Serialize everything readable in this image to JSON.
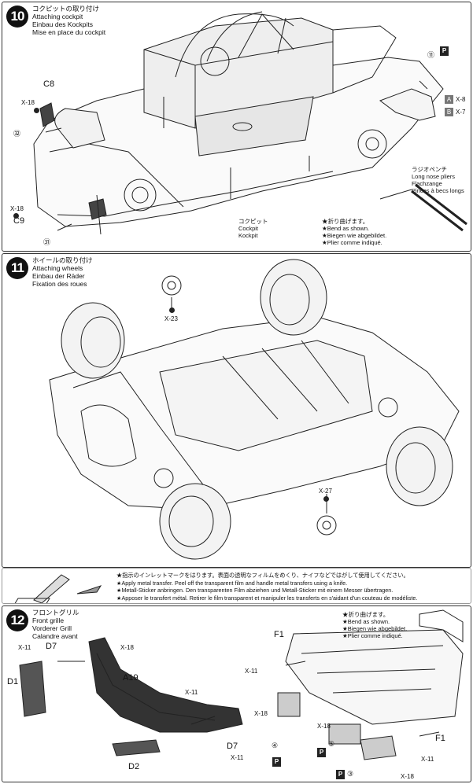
{
  "step10": {
    "number": "10",
    "titles": [
      "コクピットの取り付け",
      "Attaching cockpit",
      "Einbau des Kockpits",
      "Mise en place du cockpit"
    ],
    "parts": {
      "c8": "C8",
      "c9": "C9",
      "x18_a": "X-18",
      "x18_b": "X-18",
      "x8": "X-8",
      "x7": "X-7",
      "box_a": "A",
      "box_b": "B",
      "paint": "P",
      "ref11": "⑪",
      "ref32": "㉜",
      "ref31": "㉛"
    },
    "cockpit_label": [
      "コクピット",
      "Cockpit",
      "Kockpit"
    ],
    "pliers_label": [
      "ラジオペンチ",
      "Long nose pliers",
      "Flachzange",
      "Pinces à becs longs"
    ],
    "bend_label": [
      "★折り曲げます。",
      "★Bend as shown.",
      "★Biegen wie abgebildet.",
      "★Plier comme indiqué."
    ]
  },
  "step11": {
    "number": "11",
    "titles": [
      "ホイールの取り付け",
      "Attaching wheels",
      "Einbau der Räder",
      "Fixation des roues"
    ],
    "parts": {
      "x23": "X-23",
      "x27": "X-27"
    }
  },
  "note": {
    "lines": [
      "★指示のインレットマークをはります。表面の透明なフィルムをめくり、ナイフなどではがして使用してください。",
      "★Apply metal transfer. Peel off the transparent film and handle metal transfers using a knife.",
      "★Metall-Sticker anbringen. Den transparenten Film abziehen und Metall-Sticker mit einem Messer übertragen.",
      "★Apposer le transfert métal. Retirer le film transparent et manipuler les transferts en s'aidant d'un couteau de modéliste."
    ]
  },
  "step12": {
    "number": "12",
    "titles": [
      "フロントグリル",
      "Front grille",
      "Vorderer Grill",
      "Calandre avant"
    ],
    "parts": {
      "d7_a": "D7",
      "d7_b": "D7",
      "d1": "D1",
      "d2": "D2",
      "a19": "A19",
      "f1_a": "F1",
      "f1_b": "F1",
      "x11_a": "X-11",
      "x11_b": "X-11",
      "x11_c": "X-11",
      "x11_d": "X-11",
      "x11_e": "X-11",
      "x18_a": "X-18",
      "x18_b": "X-18",
      "x18_c": "X-18",
      "x18_d": "X-18",
      "paint_a": "P",
      "paint_b": "P",
      "paint_c": "P",
      "ref4": "④",
      "ref5": "⑤",
      "ref3": "③"
    },
    "bend_label": [
      "★折り曲げます。",
      "★Bend as shown.",
      "★Biegen wie abgebildet.",
      "★Plier comme indiqué."
    ]
  }
}
